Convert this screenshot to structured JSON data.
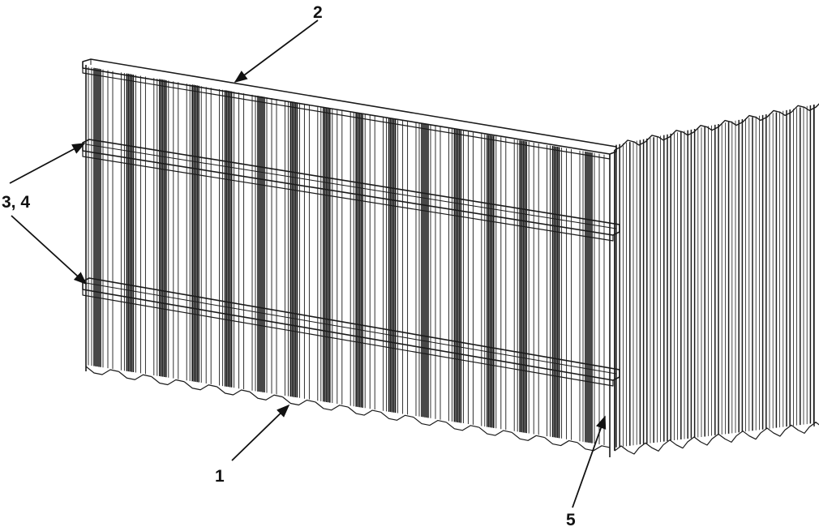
{
  "labels": {
    "cap_beam": "2",
    "walers": "3, 4",
    "sheet_pile": "1",
    "corner_pile": "5"
  },
  "colors": {
    "ink": "#1a1a1a",
    "paper": "#ffffff"
  }
}
